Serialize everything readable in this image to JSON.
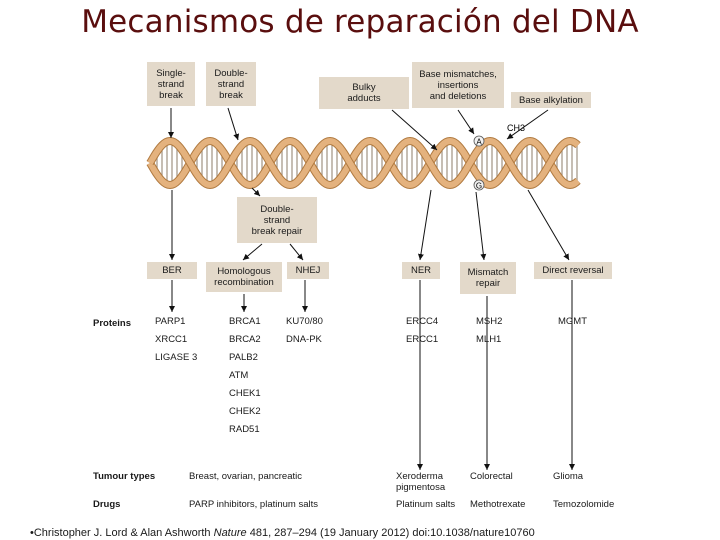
{
  "title": "Mecanismos de reparación del DNA",
  "damage": {
    "single_strand_break": "Single-\nstrand\nbreak",
    "double_strand_break": "Double-\nstrand\nbreak",
    "bulky_adducts": "Bulky\nadducts",
    "base_mismatches": "Base mismatches,\ninsertions\nand deletions",
    "base_alkylation": "Base alkylation"
  },
  "dna_labels": {
    "ch3": "CH3",
    "a": "A",
    "g": "G"
  },
  "dsb_repair": "Double-\nstrand\nbreak repair",
  "pathways": {
    "ber": "BER",
    "hr": "Homologous\nrecombination",
    "nhej": "NHEJ",
    "ner": "NER",
    "mmr": "Mismatch\nrepair",
    "direct": "Direct reversal"
  },
  "row_labels": {
    "proteins": "Proteins",
    "tumour": "Tumour types",
    "drugs": "Drugs"
  },
  "proteins": {
    "ber": [
      "PARP1",
      "XRCC1",
      "LIGASE 3"
    ],
    "hr": [
      "BRCA1",
      "BRCA2",
      "PALB2",
      "ATM",
      "CHEK1",
      "CHEK2",
      "RAD51"
    ],
    "nhej": [
      "KU70/80",
      "DNA-PK"
    ],
    "ner": [
      "ERCC4",
      "ERCC1"
    ],
    "mmr": [
      "MSH2",
      "MLH1"
    ],
    "direct": [
      "MGMT"
    ]
  },
  "tumour_types": {
    "hr": "Breast, ovarian, pancreatic",
    "ner": "Xeroderma\npigmentosa",
    "mmr": "Colorectal",
    "direct": "Glioma"
  },
  "drugs": {
    "hr": "PARP inhibitors, platinum salts",
    "ner": "Platinum salts",
    "mmr": "Methotrexate",
    "direct": "Temozolomide"
  },
  "citation": {
    "prefix": "•Christopher J. Lord & Alan Ashworth ",
    "journal": "Nature",
    "suffix": " 481,  287–294  (19 January 2012)  doi:10.1038/nature10760"
  },
  "colors": {
    "title": "#5a0e0e",
    "box": "#e3d9ca",
    "strand": "#e4b27e",
    "strand_edge": "#b07a40",
    "rung": "#a89a8c"
  }
}
